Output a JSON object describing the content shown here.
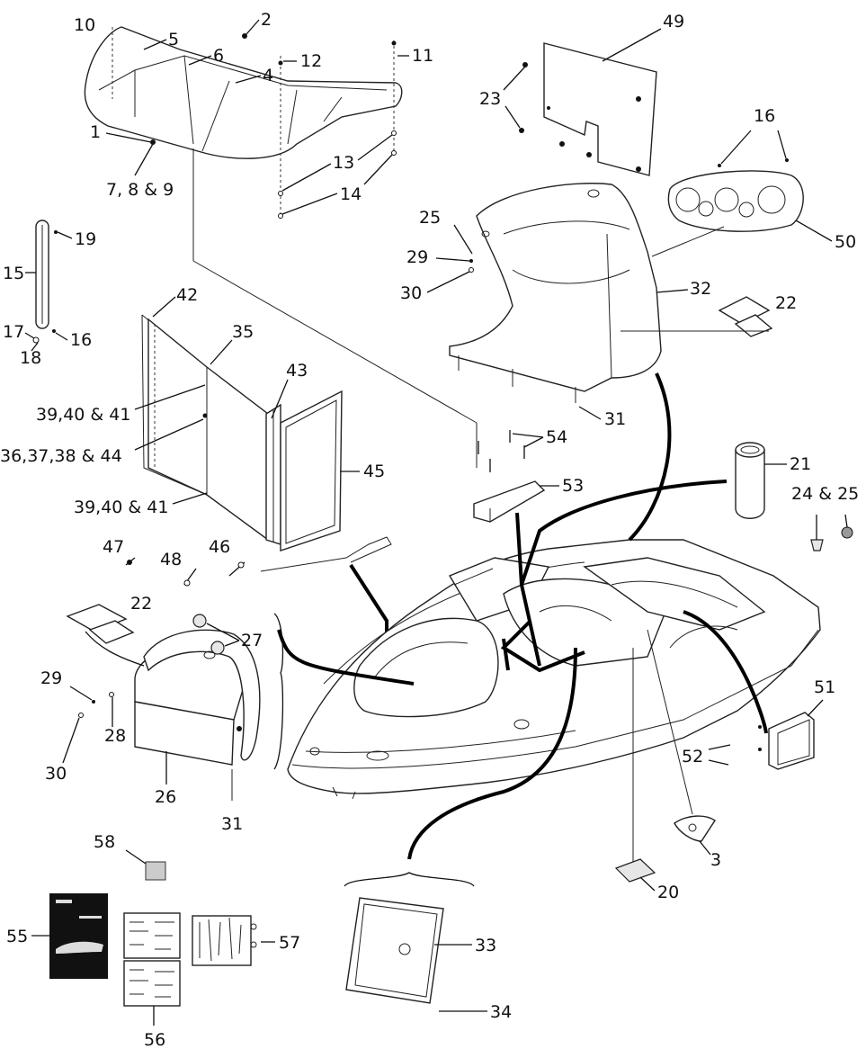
{
  "callouts": {
    "c1": "1",
    "c2": "2",
    "c3": "3",
    "c4": "4",
    "c5": "5",
    "c6": "6",
    "c7_8_9": "7, 8 & 9",
    "c10": "10",
    "c11": "11",
    "c12": "12",
    "c13": "13",
    "c14": "14",
    "c15": "15",
    "c16a": "16",
    "c16b": "16",
    "c17": "17",
    "c18": "18",
    "c19": "19",
    "c20": "20",
    "c21": "21",
    "c22a": "22",
    "c22b": "22",
    "c23": "23",
    "c24_25": "24 & 25",
    "c25": "25",
    "c26": "26",
    "c27": "27",
    "c28": "28",
    "c29a": "29",
    "c29b": "29",
    "c30a": "30",
    "c30b": "30",
    "c31a": "31",
    "c31b": "31",
    "c32": "32",
    "c33": "33",
    "c34": "34",
    "c35": "35",
    "c36_44": "36,37,38 & 44",
    "c39a": "39,40 & 41",
    "c39b": "39,40 & 41",
    "c42": "42",
    "c43": "43",
    "c45": "45",
    "c46": "46",
    "c47": "47",
    "c48": "48",
    "c49": "49",
    "c50": "50",
    "c51": "51",
    "c52": "52",
    "c53": "53",
    "c54": "54",
    "c55": "55",
    "c56": "56",
    "c57": "57",
    "c58": "58"
  }
}
